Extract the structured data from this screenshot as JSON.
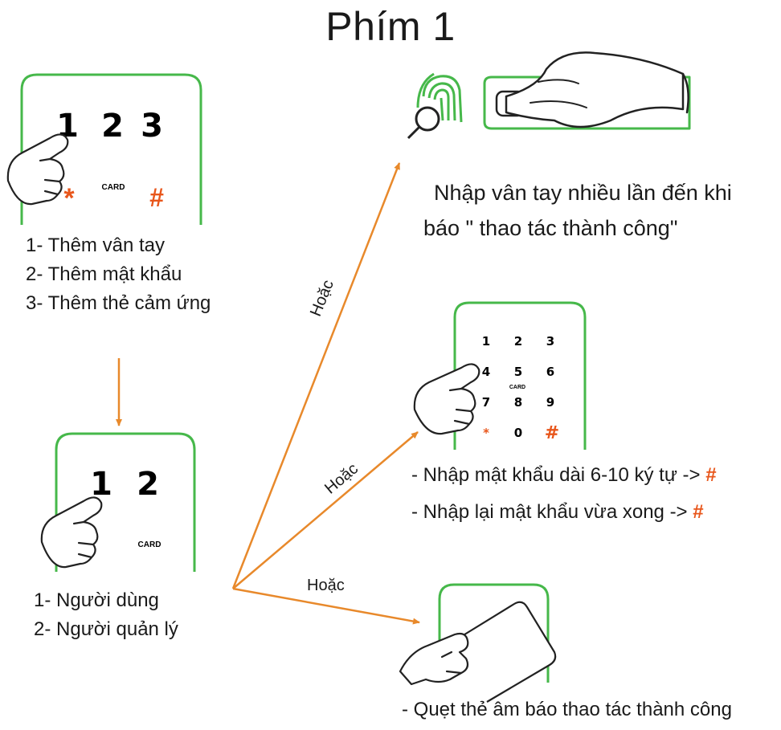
{
  "title": "Phím 1",
  "colors": {
    "accent": "#e8892b",
    "frame": "#46b84a",
    "symbol": "#e8561b"
  },
  "panel1": {
    "keys": [
      "1",
      "2",
      "3"
    ],
    "star": "*",
    "card": "CARD",
    "hash": "#",
    "menu": [
      "1- Thêm vân tay",
      "2- Thêm mật khẩu",
      "3- Thêm thẻ cảm ứng"
    ]
  },
  "panel2": {
    "keys": [
      "1",
      "2"
    ],
    "card": "CARD",
    "menu": [
      "1- Người dùng",
      "2- Người quản lý"
    ]
  },
  "fingerprint": {
    "text_line1": "Nhập vân tay nhiều lần đến khi",
    "text_line2": "báo \" thao tác thành công\""
  },
  "keypad": {
    "keys": [
      "1",
      "2",
      "3",
      "4",
      "5",
      "6",
      "7",
      "8",
      "9",
      "*",
      "0",
      "#"
    ],
    "card": "CARD",
    "line1": "- Nhập mật khẩu dài 6-10 ký tự  -> ",
    "line2": "- Nhập lại mật khẩu vừa xong -> ",
    "hash": "#"
  },
  "card_scan": {
    "text": "- Quẹt thẻ âm báo thao tác thành công"
  },
  "or_labels": [
    "Hoặc",
    "Hoặc",
    "Hoặc"
  ],
  "icons": [
    "fingerprint-icon",
    "magnifier-icon",
    "finger-scanner-icon",
    "pointing-hand-icon",
    "card-icon"
  ]
}
